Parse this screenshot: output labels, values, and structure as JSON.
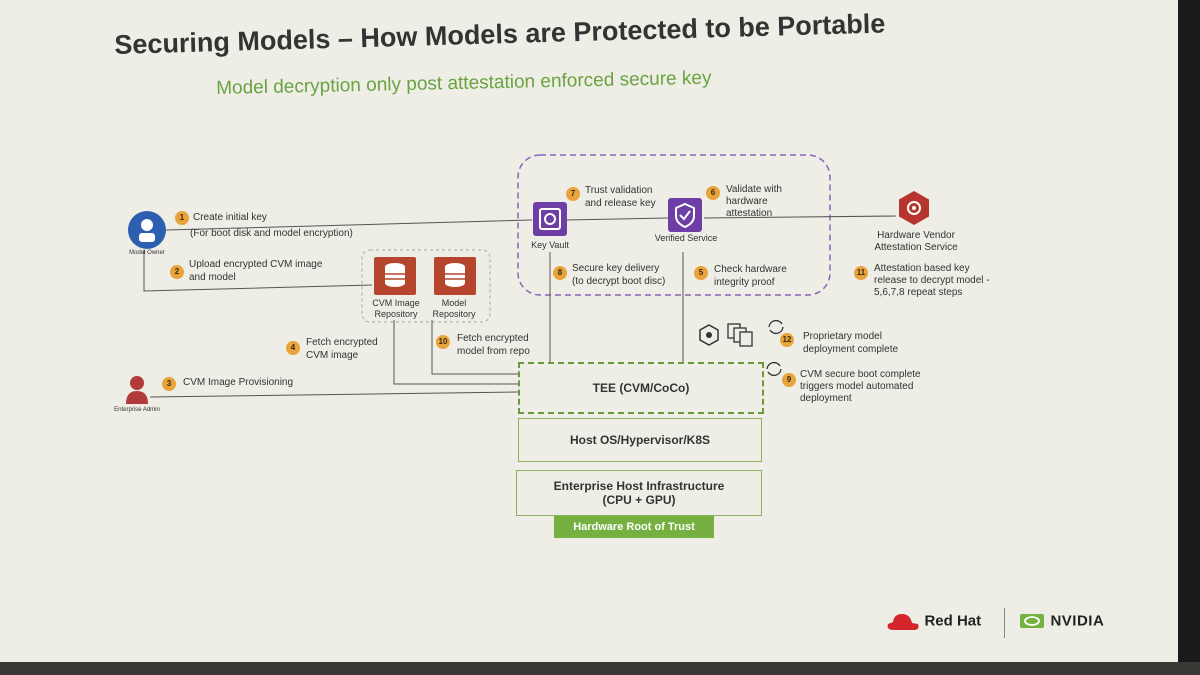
{
  "title": "Securing Models – How Models are Protected to be Portable",
  "subtitle": "Model decryption only post attestation enforced secure key",
  "actors": {
    "model_owner": "Model Owner",
    "enterprise_admin": "Enterprise Admin",
    "hw_vendor": "Hardware Vendor Attestation Service"
  },
  "components": {
    "key_vault": "Key Vault",
    "verified_service": "Verified Service",
    "cvm_repo": "CVM Image Repository",
    "model_repo": "Model Repository",
    "tee": "TEE (CVM/CoCo)",
    "host_os": "Host OS/Hypervisor/K8S",
    "host_infra_1": "Enterprise Host Infrastructure",
    "host_infra_2": "(CPU + GPU)",
    "hw_root": "Hardware Root of Trust"
  },
  "steps": [
    {
      "num": "1",
      "line1": "Create initial key",
      "line2": "(For boot disk and model encryption)"
    },
    {
      "num": "2",
      "line1": "Upload encrypted CVM image",
      "line2": "and model"
    },
    {
      "num": "3",
      "line1": "CVM Image Provisioning",
      "line2": ""
    },
    {
      "num": "4",
      "line1": "Fetch encrypted",
      "line2": "CVM image"
    },
    {
      "num": "5",
      "line1": "Check hardware",
      "line2": "integrity proof"
    },
    {
      "num": "6",
      "line1": "Validate with",
      "line2": "hardware",
      "line3": "attestation"
    },
    {
      "num": "7",
      "line1": "Trust validation",
      "line2": "and release key"
    },
    {
      "num": "8",
      "line1": "Secure key delivery",
      "line2": "(to decrypt boot disc)"
    },
    {
      "num": "9",
      "line1": "CVM secure boot complete",
      "line2": "triggers model automated",
      "line3": "deployment"
    },
    {
      "num": "10",
      "line1": "Fetch encrypted",
      "line2": "model from repo"
    },
    {
      "num": "11",
      "line1": "Attestation based key",
      "line2": "release to decrypt model -",
      "line3": "5,6,7,8 repeat steps"
    },
    {
      "num": "12",
      "line1": "Proprietary model",
      "line2": "deployment complete"
    }
  ],
  "logos": {
    "redhat": "Red Hat",
    "nvidia": "NVIDIA"
  },
  "colors": {
    "accent_green": "#76b041",
    "purple": "#6d3fa6",
    "orange_badge": "#e8a33a",
    "repo_red": "#b6452e",
    "owner_blue": "#2d5fb0",
    "admin_red": "#b23a3a"
  }
}
